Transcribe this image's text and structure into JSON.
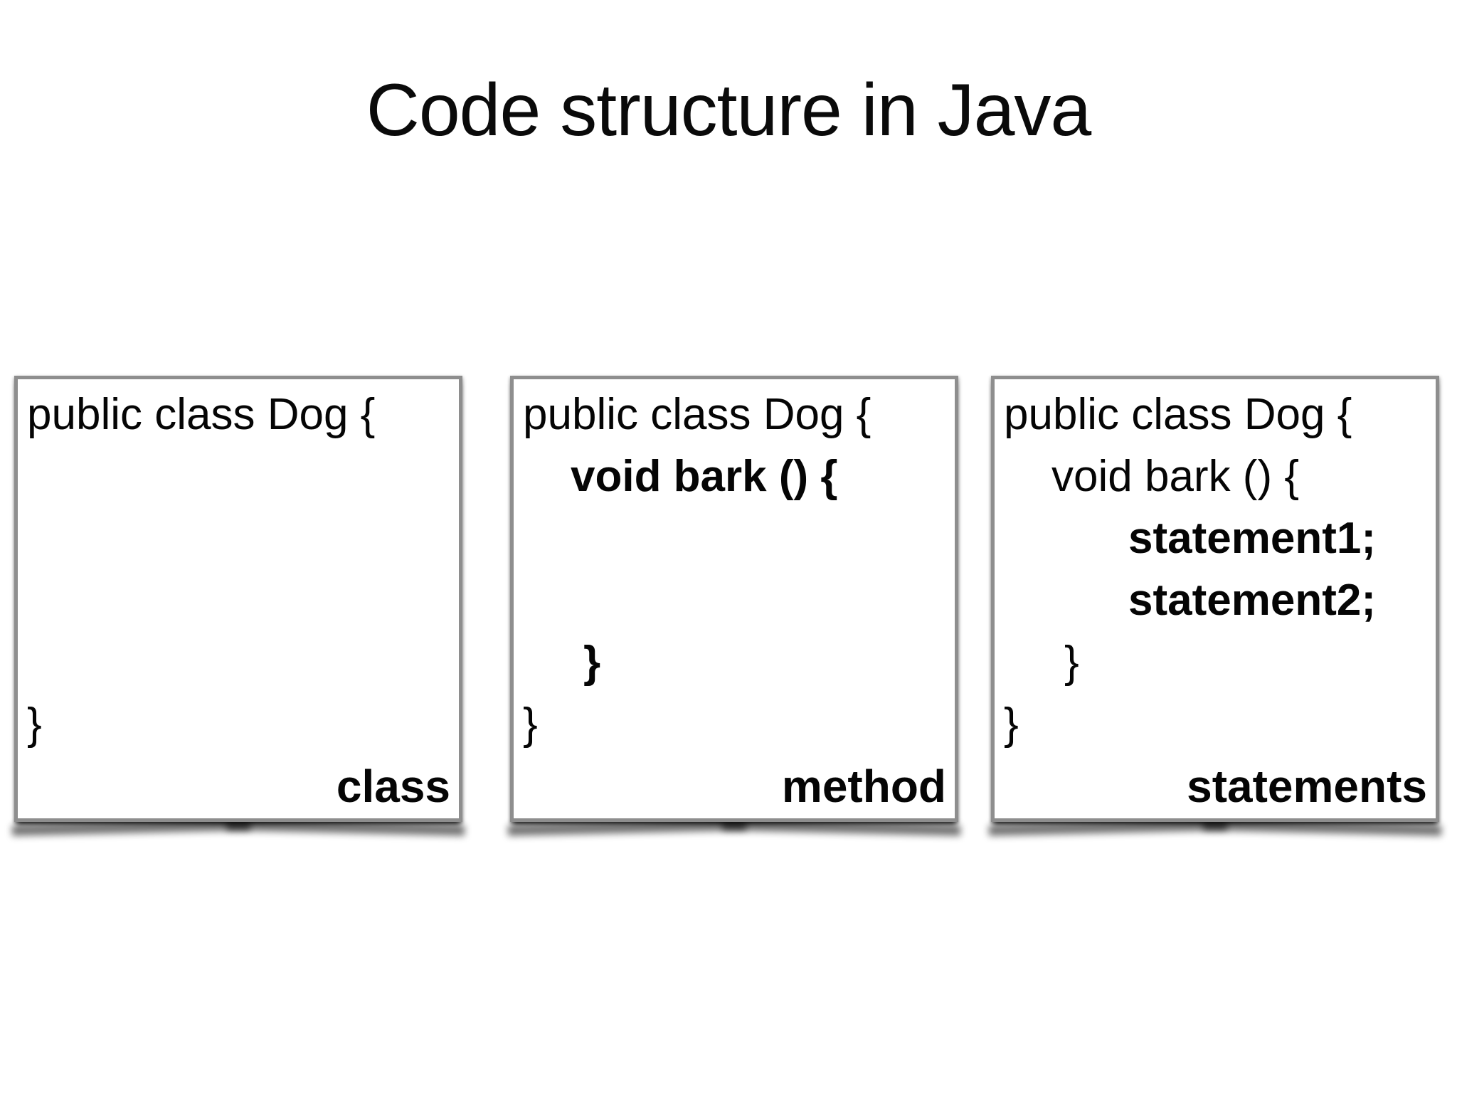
{
  "title": "Code structure in Java",
  "boxes": [
    {
      "label": "class",
      "lines": [
        "public class Dog {",
        "",
        "",
        "",
        "",
        "}"
      ]
    },
    {
      "label": "method",
      "lines": [
        "public class Dog {",
        "void bark () {",
        "",
        "",
        "}",
        "}"
      ]
    },
    {
      "label": "statements",
      "lines": [
        "public class Dog {",
        "void bark () {",
        "statement1;",
        "statement2;",
        "}",
        "}"
      ]
    }
  ],
  "colors": {
    "background": "#ffffff",
    "text": "#050505",
    "frame_border": "#8e8e8e"
  }
}
